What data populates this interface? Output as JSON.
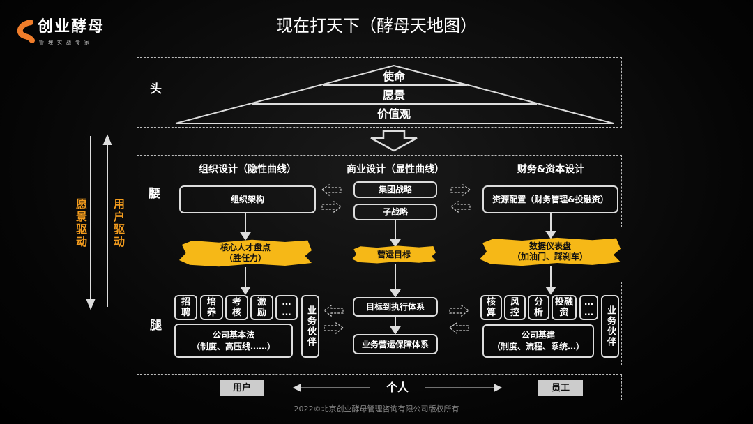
{
  "logo": {
    "name": "创业酵母",
    "tagline": "管理实战专家",
    "color": "#f07d2a"
  },
  "title": "现在打天下（酵母天地图）",
  "head": {
    "label": "头",
    "levels": [
      "使命",
      "愿景",
      "价值观"
    ]
  },
  "waist": {
    "label": "腰",
    "headings": [
      "组织设计（隐性曲线）",
      "商业设计（显性曲线）",
      "财务&资本设计"
    ],
    "org_box": "组织架构",
    "biz_boxes": [
      "集团战略",
      "子战略"
    ],
    "fin_box": "资源配置（财务管理&投融资）"
  },
  "highlights": {
    "org": [
      "核心人才盘点",
      "（胜任力）"
    ],
    "biz": [
      "营运目标"
    ],
    "fin": [
      "数据仪表盘",
      "（加油门、踩刹车）"
    ],
    "color": "#f6b817"
  },
  "legs": {
    "label": "腿",
    "org_items": [
      [
        "招",
        "聘"
      ],
      [
        "培",
        "养"
      ],
      [
        "考",
        "核"
      ],
      [
        "激",
        "励"
      ],
      [
        "…",
        "…"
      ]
    ],
    "org_partner": "业务伙伴",
    "org_base": [
      "公司基本法",
      "（制度、高压线……）"
    ],
    "biz_boxes": [
      "目标到执行体系",
      "业务营运保障体系"
    ],
    "fin_items": [
      [
        "核",
        "算"
      ],
      [
        "风",
        "控"
      ],
      [
        "分",
        "析"
      ],
      [
        "投融",
        "资"
      ],
      [
        "…",
        "…"
      ]
    ],
    "fin_partner": "业务伙伴",
    "fin_base": [
      "公司基建",
      "（制度、流程、系统…）"
    ]
  },
  "bottom": {
    "left": "用户",
    "center": "个人",
    "right": "员工"
  },
  "side": {
    "vision": "愿景驱动",
    "user": "用户驱动",
    "color": "#f39c1e"
  },
  "footer": "2022©北京创业酵母管理咨询有限公司版权所有"
}
